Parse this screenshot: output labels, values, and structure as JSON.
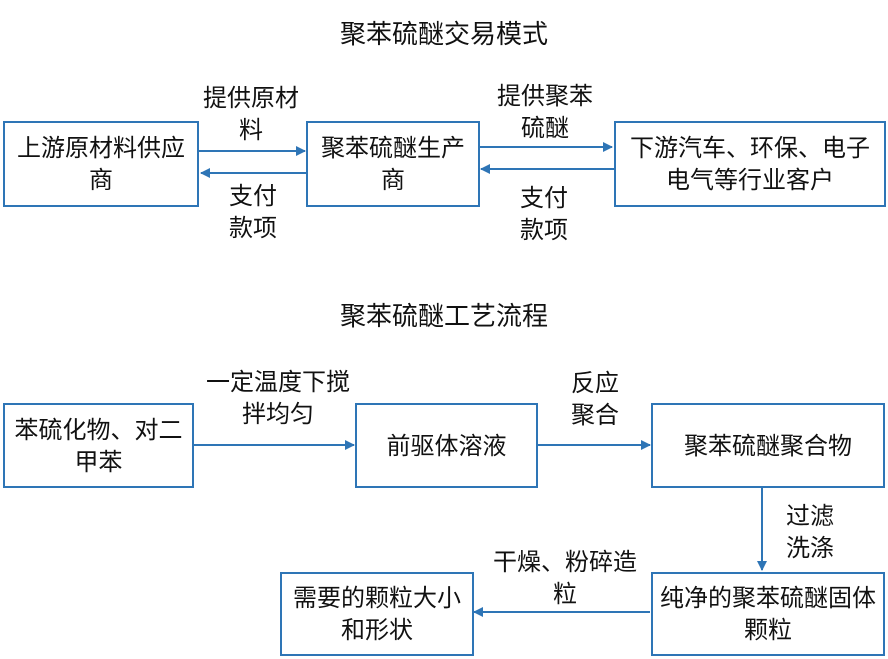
{
  "titles": {
    "trade_mode": "聚苯硫醚交易模式",
    "process_flow": "聚苯硫醚工艺流程"
  },
  "trade_mode": {
    "upstream": "上游原材料供应商",
    "producer": "聚苯硫醚生产商",
    "downstream": "下游汽车、环保、电子电气等行业客户",
    "label_supply_raw": "提供原材料",
    "label_pay_1": "支付款项",
    "label_supply_pps": "提供聚苯硫醚",
    "label_pay_2": "支付款项"
  },
  "process_flow": {
    "materials": "苯硫化物、对二甲苯",
    "precursor": "前驱体溶液",
    "polymer": "聚苯硫醚聚合物",
    "pure_solid": "纯净的聚苯硫醚固体颗粒",
    "final": "需要的颗粒大小和形状",
    "label_stir": "一定温度下搅拌均匀",
    "label_react": "反应聚合",
    "label_filter": "过滤洗涤",
    "label_dry": "干燥、粉碎造粒"
  },
  "colors": {
    "box_border": "#2e75b6",
    "arrow": "#2e75b6"
  }
}
